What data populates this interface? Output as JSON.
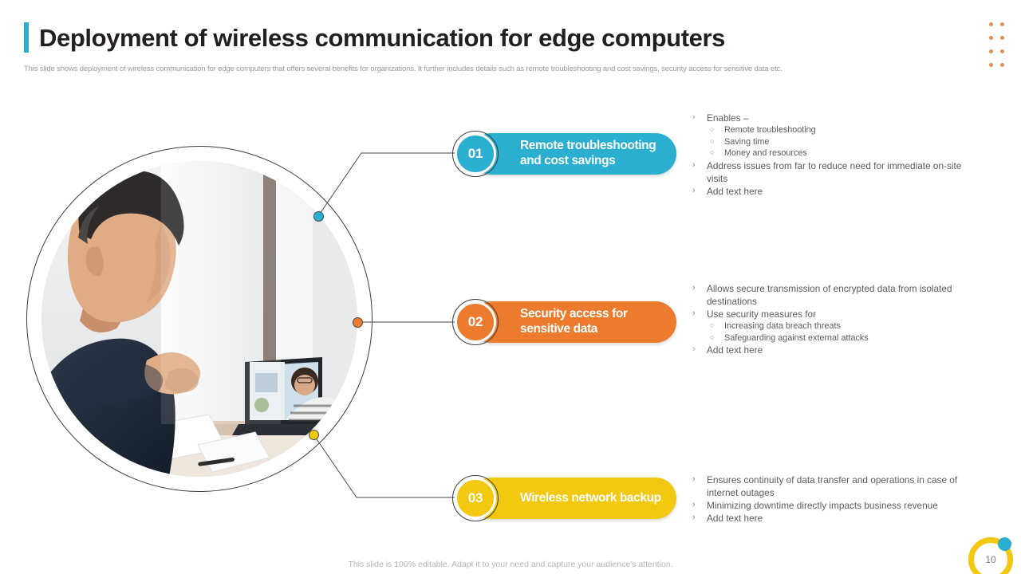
{
  "header": {
    "title": "Deployment of wireless communication for edge computers",
    "subtitle": "This slide shows deployment of wireless communication for edge computers that offers several benefits for organizations. It further includes details such as remote troubleshooting and cost savings, security access for sensitive data etc.",
    "accent_color": "#2BAFD0"
  },
  "decor": {
    "dot_color": "#E07B39",
    "dot_count": 8
  },
  "visual": {
    "photo_alt": "man at desk on video call with laptop"
  },
  "sections": [
    {
      "number": "01",
      "label": "Remote troubleshooting\nand cost savings",
      "label_line1": "Remote troubleshooting",
      "label_line2": "and cost savings",
      "color": "#2BAFD0",
      "bullets": [
        {
          "level": 1,
          "text": "Enables –"
        },
        {
          "level": 2,
          "text": "Remote troubleshooting"
        },
        {
          "level": 2,
          "text": "Saving time"
        },
        {
          "level": 2,
          "text": "Money and resources"
        },
        {
          "level": 1,
          "text": "Address issues from far to reduce need for immediate on-site visits"
        },
        {
          "level": 1,
          "text": "Add text here"
        }
      ]
    },
    {
      "number": "02",
      "label": "Security access for\nsensitive data",
      "label_line1": "Security access for",
      "label_line2": "sensitive data",
      "color": "#EC7B2E",
      "bullets": [
        {
          "level": 1,
          "text": "Allows secure transmission of encrypted data from isolated destinations"
        },
        {
          "level": 1,
          "text": "Use security measures for"
        },
        {
          "level": 2,
          "text": "Increasing data breach threats"
        },
        {
          "level": 2,
          "text": "Safeguarding against external attacks"
        },
        {
          "level": 1,
          "text": "Add text here"
        }
      ]
    },
    {
      "number": "03",
      "label": "Wireless network backup",
      "label_line1": "Wireless network backup",
      "label_line2": "",
      "color": "#F2C811",
      "bullets": [
        {
          "level": 1,
          "text": "Ensures continuity of data transfer and operations in case of internet outages"
        },
        {
          "level": 1,
          "text": "Minimizing downtime directly impacts business revenue"
        },
        {
          "level": 1,
          "text": "Add text here"
        }
      ]
    }
  ],
  "bullet_marks": {
    "level1": "›",
    "level2": "○"
  },
  "footer": {
    "note": "This slide is 100% editable. Adapt it to your need and capture your audience's attention.",
    "page_number": "10",
    "ring_color": "#F2C811",
    "dot_color": "#2BAFD0"
  }
}
